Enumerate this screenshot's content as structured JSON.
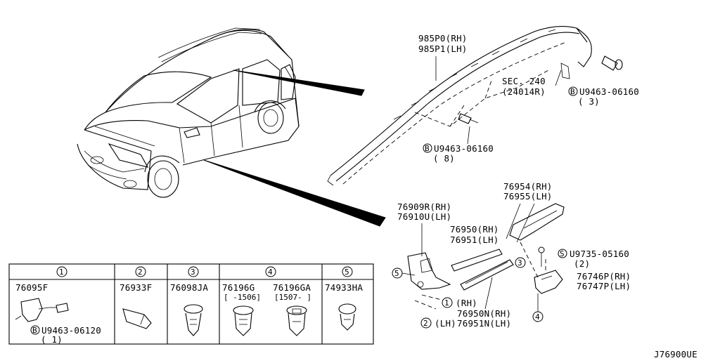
{
  "diagram_id": "J76900UE",
  "airbag_module": {
    "part_rh": "985P0(RH)",
    "part_lh": "985P1(LH)",
    "sec_ref": "SEC. 240",
    "sec_part": "(24014R)",
    "bolt_top_part": "U9463-06160",
    "bolt_top_qty": "( 3)",
    "bolt_mid_part": "U9463-06160",
    "bolt_mid_qty": "( 8)",
    "bolt_marker": "B"
  },
  "sill_parts": {
    "garnish_rh": "76909R(RH)",
    "garnish_lh": "76910U(LH)",
    "inner_rh": "76950(RH)",
    "inner_lh": "76951(LH)",
    "lower_rh": "76950N(RH)",
    "lower_lh": "76951N(LH)",
    "upper_rh": "76954(RH)",
    "upper_lh": "76955(LH)",
    "screw_part": "U9735-05160",
    "screw_qty": "(2)",
    "screw_marker": "S",
    "bracket_rh": "76746P(RH)",
    "bracket_lh": "76747P(LH)",
    "callout_rh_num": "1",
    "callout_rh": "(RH)",
    "callout_lh_num": "2",
    "callout_lh": "(LH)",
    "callout_3": "3",
    "callout_4": "4",
    "callout_5": "5"
  },
  "table": {
    "headers": [
      "1",
      "2",
      "3",
      "4",
      "5"
    ],
    "col1_part": "76095F",
    "col1_bolt": "U9463-06120",
    "col1_qty": "( 1)",
    "col1_marker": "B",
    "col2_part": "76933F",
    "col3_part": "76098JA",
    "col4_part_a": "76196G",
    "col4_part_b": "76196GA",
    "col4_range_a": "[   -1506]",
    "col4_range_b": "[1507-   ]",
    "col5_part": "74933HA"
  }
}
